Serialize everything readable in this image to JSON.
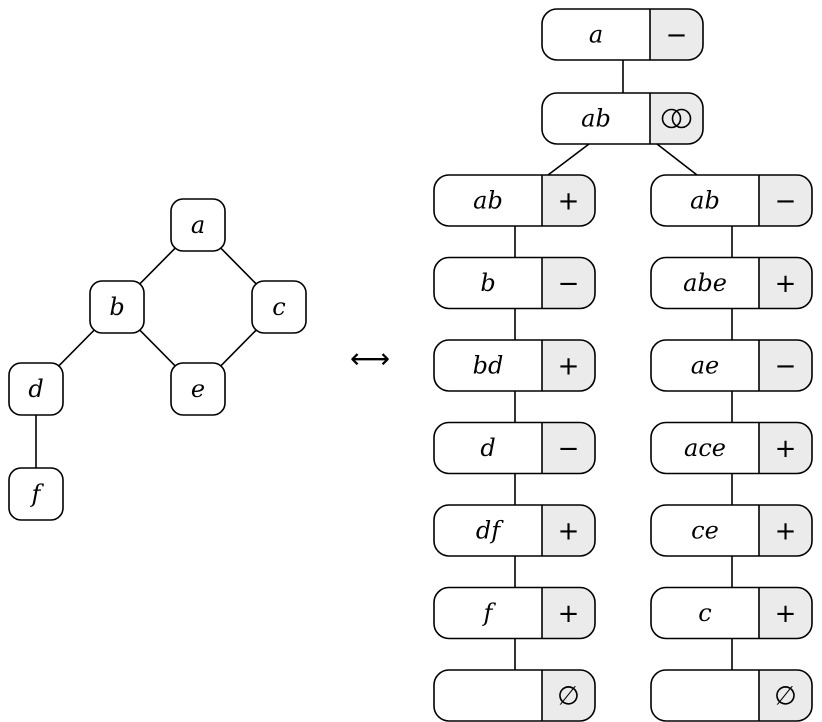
{
  "graph": {
    "nodes": [
      {
        "id": "a",
        "label": "a"
      },
      {
        "id": "b",
        "label": "b"
      },
      {
        "id": "c",
        "label": "c"
      },
      {
        "id": "d",
        "label": "d"
      },
      {
        "id": "e",
        "label": "e"
      },
      {
        "id": "f",
        "label": "f"
      }
    ],
    "edges": [
      [
        "a",
        "b"
      ],
      [
        "a",
        "c"
      ],
      [
        "b",
        "d"
      ],
      [
        "b",
        "e"
      ],
      [
        "c",
        "e"
      ],
      [
        "d",
        "f"
      ]
    ]
  },
  "arrow": "⟷",
  "tree": {
    "root": {
      "label": "a",
      "op": "−"
    },
    "join": {
      "label": "ab",
      "op": "circles"
    },
    "left_branch": [
      {
        "label": "ab",
        "op": "+"
      },
      {
        "label": "b",
        "op": "−"
      },
      {
        "label": "bd",
        "op": "+"
      },
      {
        "label": "d",
        "op": "−"
      },
      {
        "label": "df",
        "op": "+"
      },
      {
        "label": "f",
        "op": "+"
      },
      {
        "label": "",
        "op": "∅"
      }
    ],
    "right_branch": [
      {
        "label": "ab",
        "op": "−"
      },
      {
        "label": "abe",
        "op": "+"
      },
      {
        "label": "ae",
        "op": "−"
      },
      {
        "label": "ace",
        "op": "+"
      },
      {
        "label": "ce",
        "op": "+"
      },
      {
        "label": "c",
        "op": "+"
      },
      {
        "label": "",
        "op": "∅"
      }
    ]
  }
}
